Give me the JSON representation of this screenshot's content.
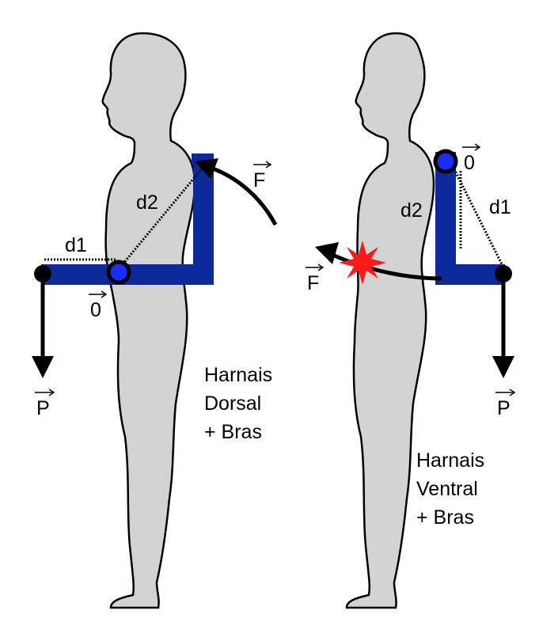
{
  "colors": {
    "body_fill": "#d3d3d3",
    "body_stroke": "#000000",
    "harness": "#0c2a9a",
    "pivot": "#1b2cff",
    "star": "#ff1a1a",
    "ink": "#000000"
  },
  "left_panel": {
    "caption_line1": "Harnais",
    "caption_line2": "Dorsal",
    "caption_line3": "+ Bras",
    "label_d1": "d1",
    "label_d2": "d2",
    "label_origin": "0",
    "label_force": "F",
    "label_weight": "P"
  },
  "right_panel": {
    "caption_line1": "Harnais",
    "caption_line2": "Ventral",
    "caption_line3": "+ Bras",
    "label_d1": "d1",
    "label_d2": "d2",
    "label_origin": "0",
    "label_force": "F",
    "label_weight": "P"
  },
  "icons": {
    "vector_arrow": "vector-arrow-icon",
    "pain_star": "pain-star-icon"
  }
}
